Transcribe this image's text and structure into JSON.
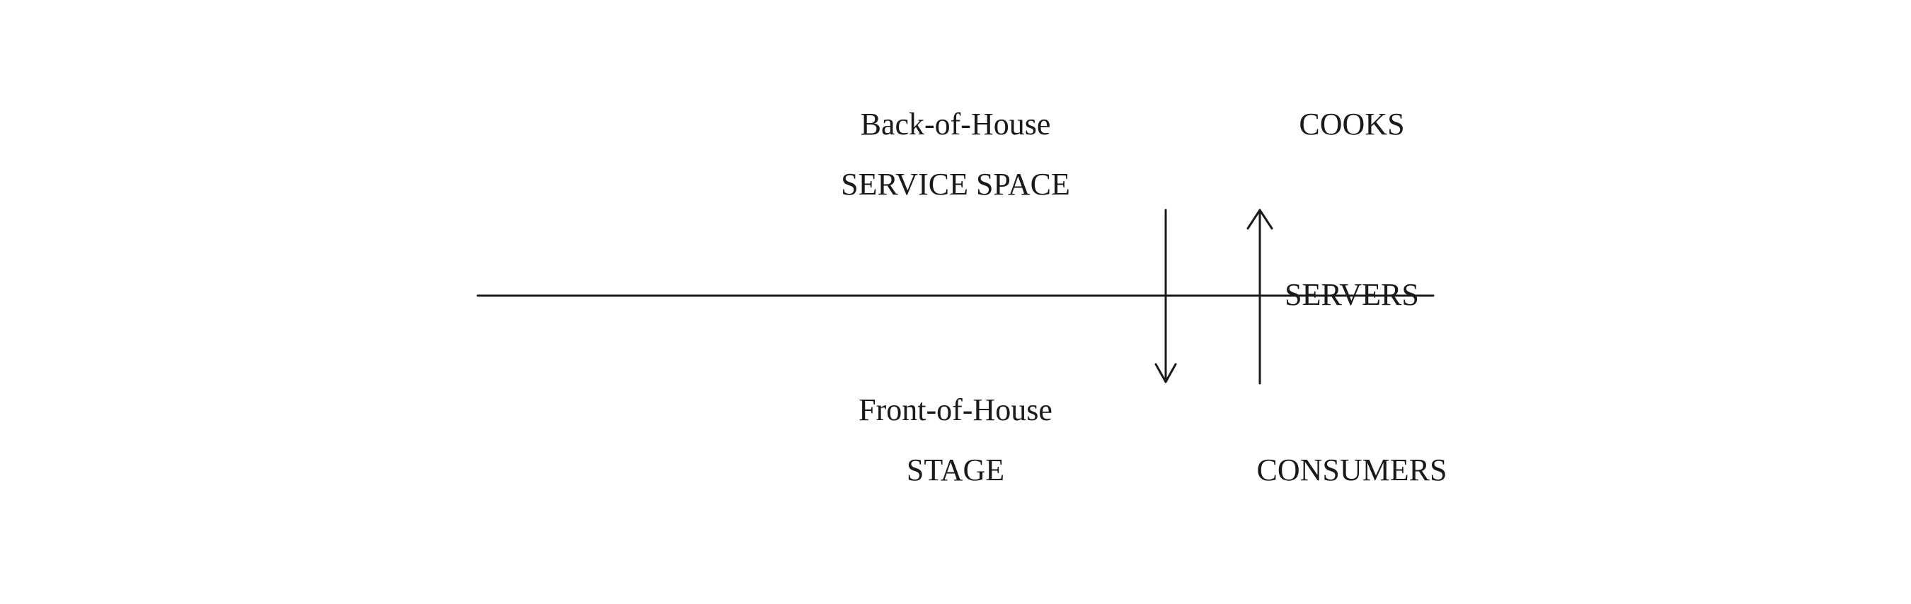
{
  "labels": {
    "back_of_house": "Back-of-House",
    "service_space": "SERVICE SPACE",
    "cooks": "COOKS",
    "servers": "SERVERS",
    "front_of_house": "Front-of-House",
    "stage": "STAGE",
    "consumers": "CONSUMERS"
  },
  "arrows": {
    "left": "down",
    "right": "up"
  },
  "colors": {
    "ink": "#1a1a1a",
    "background": "#ffffff"
  }
}
